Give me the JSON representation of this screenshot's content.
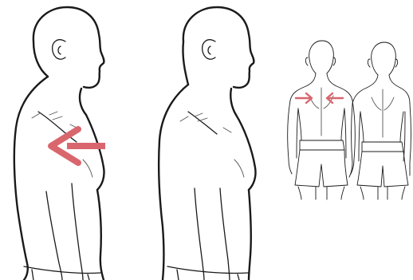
{
  "scene": {
    "panels": [
      {
        "id": "posture-before",
        "view": "side",
        "arrow_direction": "left"
      },
      {
        "id": "posture-after",
        "view": "side"
      },
      {
        "id": "back-view",
        "view": "back",
        "figures": 2,
        "arrows": [
          "right",
          "left"
        ]
      }
    ]
  },
  "icons": {
    "arrow": "arrow-icon"
  },
  "colors": {
    "line": "#1a1a1a",
    "arrow": "#d9666d",
    "background": "#ffffff"
  }
}
